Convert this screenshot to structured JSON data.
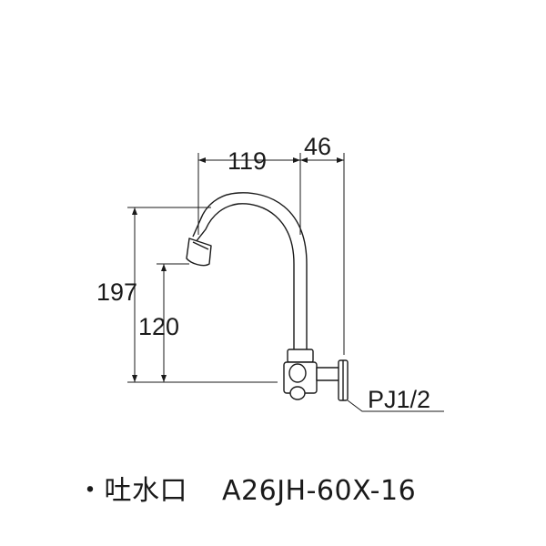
{
  "dimensions": {
    "width_spout": "119",
    "width_body": "46",
    "height_total": "197",
    "height_outlet": "120"
  },
  "connection_label": "PJ1/2",
  "caption": {
    "bullet": "・",
    "product_type": "吐水口",
    "model_number": "A26JH-60X-16"
  }
}
